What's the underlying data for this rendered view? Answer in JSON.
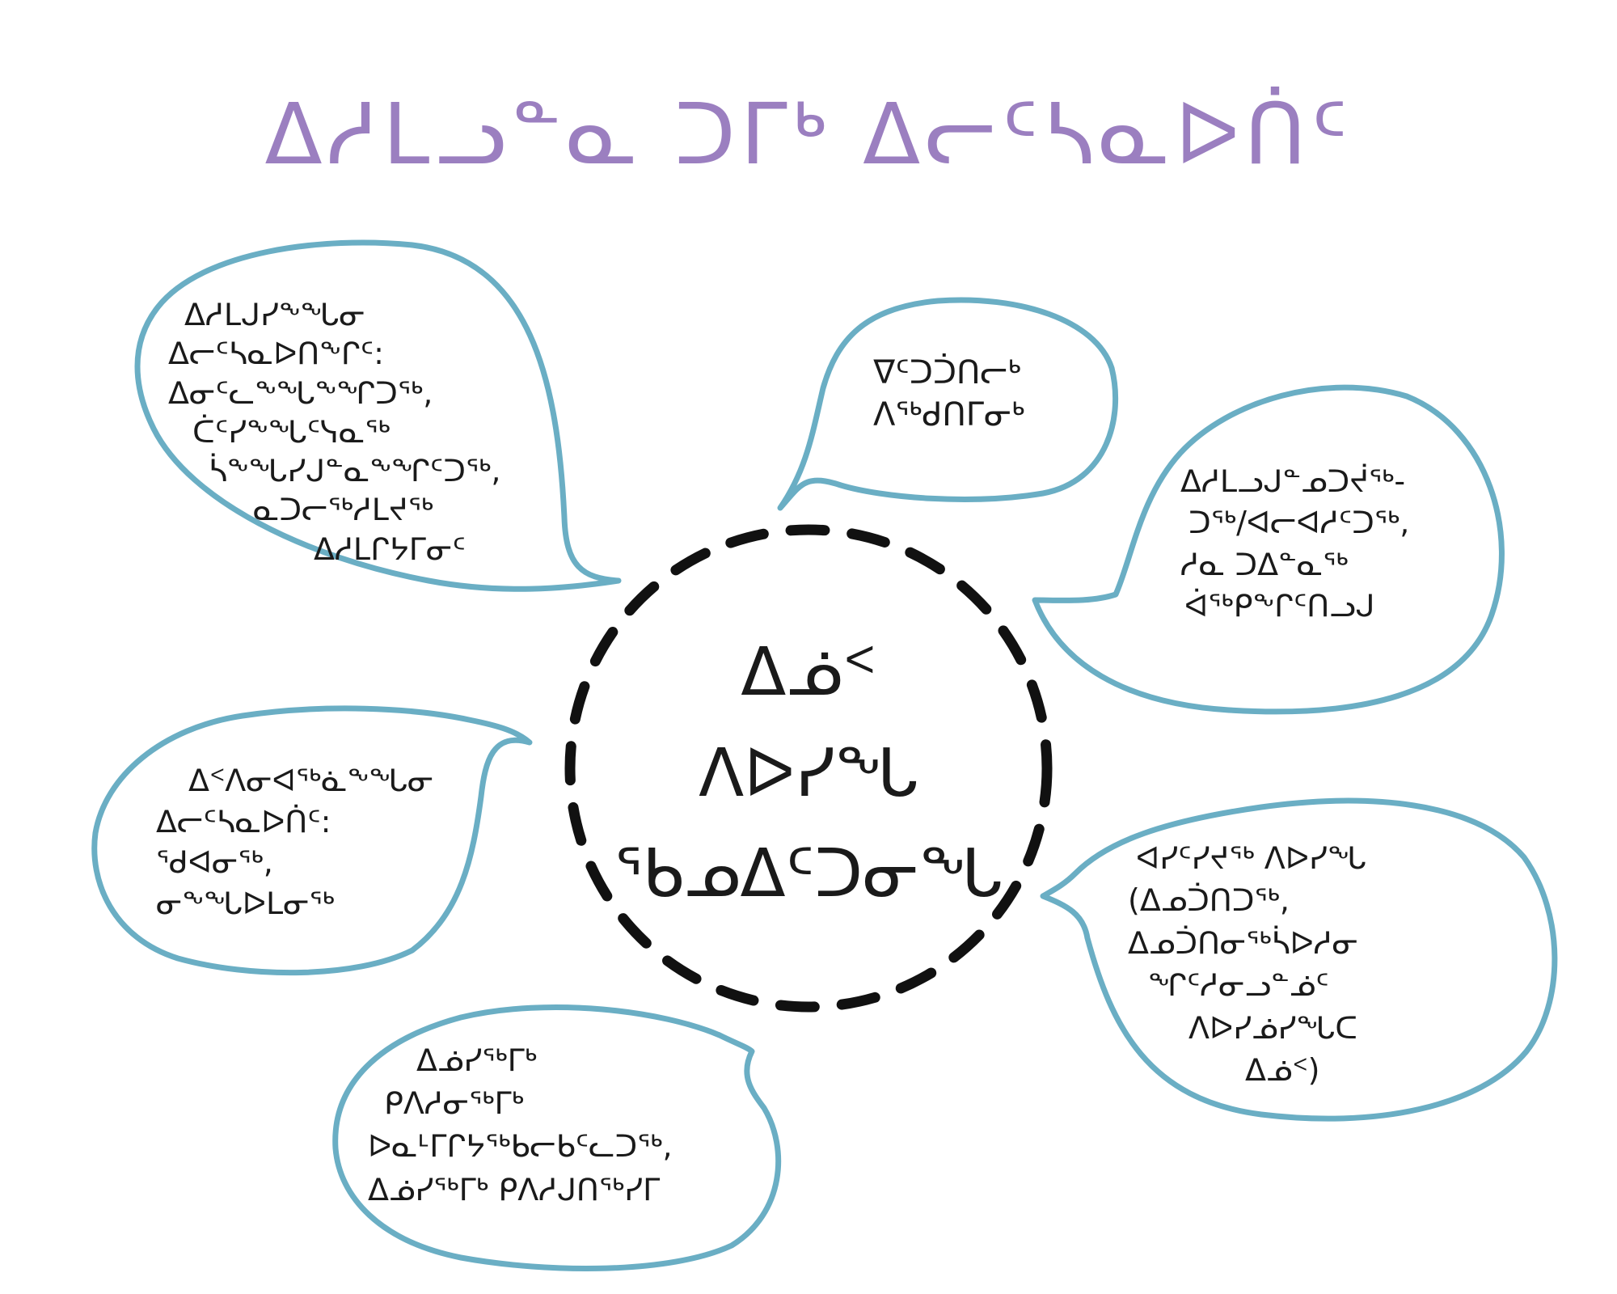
{
  "title": "ᐃᓱᒪᓗᓐᓇ ᑐᒥᒃ ᐃᓕᑦᓴᓇᐅᑏᑦ",
  "center": {
    "lines": [
      "ᐃᓅᑉ",
      "ᐱᐅᓯᖓ",
      "ᖃᓄᐃᑦᑐᓂᖓ"
    ]
  },
  "bubbles": {
    "top_left": {
      "lines": [
        "ᐃᓱᒪᒍᓯᖕᖓᓂ",
        "ᐃᓕᑦᓴᓇᐅᑎᖕᒋᑦ:",
        "ᐃᓂᑦᓚᖕᖓᖕᖏᑐᖅ,",
        "ᑖᑦᓯᖕᖓᑦᓭᓇᖅ",
        "ᓵᖕᖓᓯᒍᓐᓇᖕᖏᑦᑐᖅ,",
        "ᓇᑐᓕᖅᓱᒪᔪᖅ",
        "ᐃᓱᒪᒋᔭᒥᓂᑦ"
      ]
    },
    "top_middle": {
      "lines": [
        "ᐁᑦᑐᑑᑎᓕᒃ",
        "ᐱᖅᑯᑎᒥᓂᒃ"
      ]
    },
    "right_upper": {
      "lines": [
        "ᐃᓱᒪᓗᒍᓐᓄᑐᔫᖅ-",
        "ᑐᖅ/ᐊᓕᐊᓱᑦᑐᖅ,",
        "ᓱᓇ ᑐᐃᓐᓇᖅ",
        "ᐋᖅᑭᖕᒋᑦᑎᓗᒍ"
      ]
    },
    "left_middle": {
      "lines": [
        "ᐃᑉᐱᓂᐊᖅᓈᖕᖓᓂ",
        "ᐃᓕᑦᓴᓇᐅᑏᑦ:",
        "ᖁᐊᓂᖅ,",
        "ᓂᖕᖓᐅᒪᓂᖅ"
      ]
    },
    "right_lower": {
      "lines": [
        "ᐊᓯᑦᓯᔪᖅ ᐱᐅᓯᖓ",
        "(ᐃᓄᑑᑎᑐᖅ,",
        "ᐃᓄᑑᑎᓂᖅᓵᐅᓱᓂ",
        "ᖏᑦᓱᓂᓗᓐᓅᑦ",
        "ᐱᐅᓯᓅᓯᖓᑕ",
        "ᐃᓅᑉ)"
      ]
    },
    "bottom": {
      "lines": [
        "ᐃᓅᓯᖅᒥᒃ",
        "ᑭᐱᓱᓂᖅᒥᒃ",
        "ᐅᓇᒻᒥᒋᔭᖅᑲᓕᑲᑦᓚᑐᖅ,",
        "ᐃᓅᓯᖅᒥᒃ ᑭᐱᓱᒍᑎᖅᓯᒥ"
      ]
    }
  },
  "colors": {
    "title": "#9b7fc0",
    "bubble_outline": "#6aaec4",
    "text": "#1a1a1a",
    "center_outline": "#111111"
  }
}
